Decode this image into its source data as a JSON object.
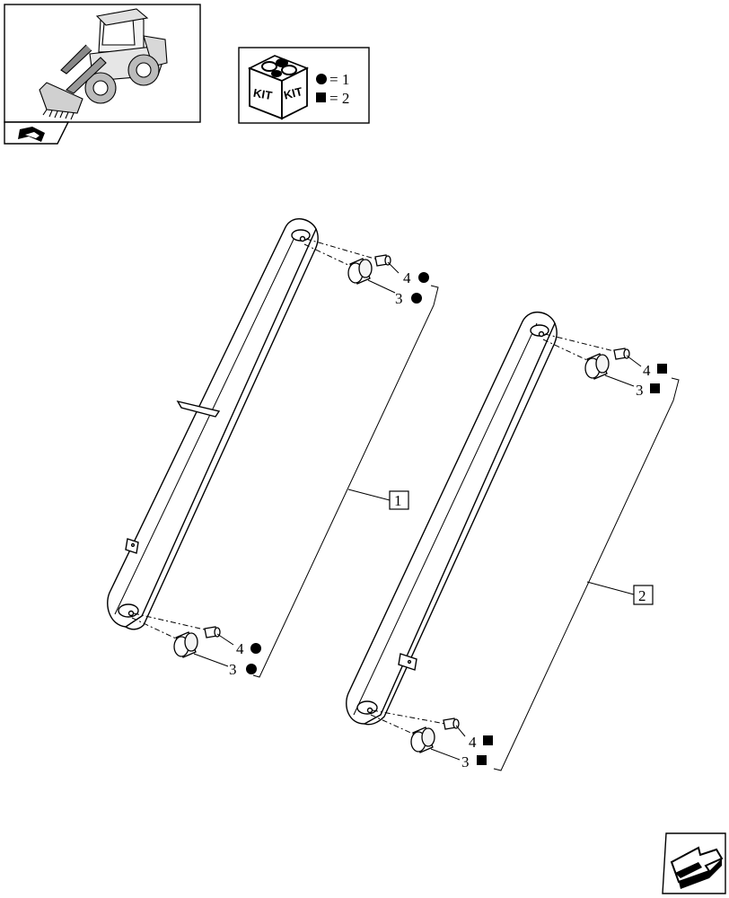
{
  "kit_legend": {
    "kit_labels": [
      "KIT",
      "KIT"
    ],
    "entries": [
      {
        "symbol": "circle",
        "text": "= 1"
      },
      {
        "symbol": "square",
        "text": "= 2"
      }
    ]
  },
  "callouts": {
    "link_1_label": "1",
    "link_2_label": "2",
    "l1_top_pin": "4",
    "l1_top_bush": "3",
    "l1_bot_pin": "4",
    "l1_bot_bush": "3",
    "l2_top_pin": "4",
    "l2_top_bush": "3",
    "l2_bot_pin": "4",
    "l2_bot_bush": "3"
  },
  "icons": {
    "thumbnail": "wheel-loader-thumbnail",
    "book": "book-icon",
    "nav": "navigation-arrow-icon"
  },
  "colors": {
    "line": "#000000",
    "background": "#ffffff"
  }
}
